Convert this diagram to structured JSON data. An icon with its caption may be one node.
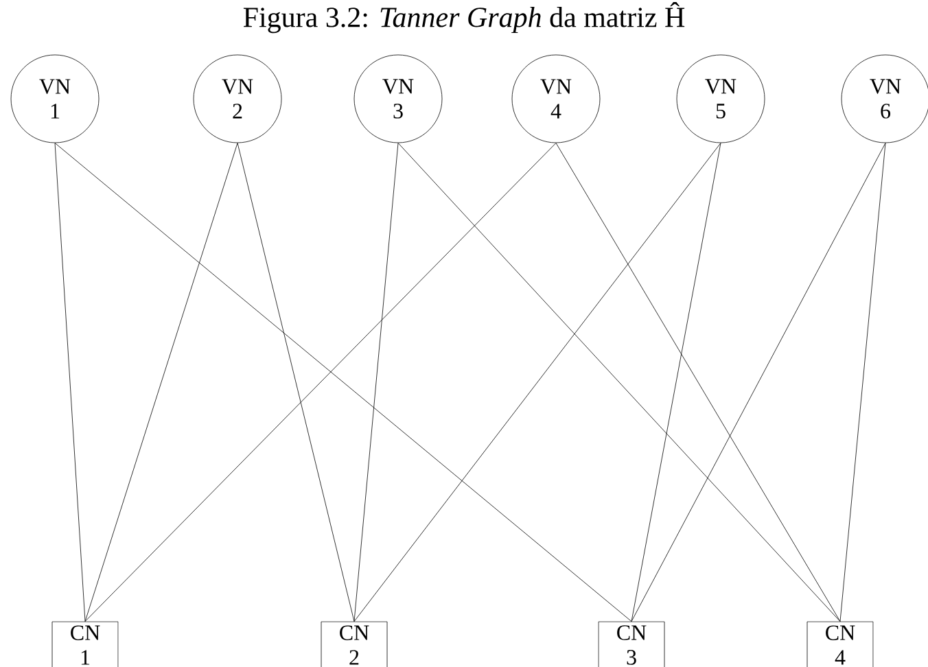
{
  "diagram": {
    "title": "Figura 3.2: *Tanner Graph* da matriz Ĥ",
    "nodes": [
      {
        "text": [
          "VN 1"
        ]
      },
      {
        "text": [
          "VN 2"
        ]
      },
      {
        "text": [
          "VN 3"
        ]
      },
      {
        "text": [
          "VN 4"
        ]
      },
      {
        "text": [
          "VN 5"
        ]
      },
      {
        "text": [
          "VN 6"
        ]
      },
      {
        "text": [
          "CN 1"
        ]
      },
      {
        "text": [
          "CN 2"
        ]
      },
      {
        "text": [
          "CN 3"
        ]
      },
      {
        "text": [
          "CN 4"
        ]
      }
    ],
    "edges": [
      {
        "from": 0,
        "to": 6,
        "arrow": "none"
      },
      {
        "from": 0,
        "to": 8,
        "arrow": "none"
      },
      {
        "from": 1,
        "to": 6,
        "arrow": "none"
      },
      {
        "from": 1,
        "to": 7,
        "arrow": "none"
      },
      {
        "from": 2,
        "to": 7,
        "arrow": "none"
      },
      {
        "from": 2,
        "to": 9,
        "arrow": "none"
      },
      {
        "from": 3,
        "to": 6,
        "arrow": "none"
      },
      {
        "from": 3,
        "to": 9,
        "arrow": "none"
      },
      {
        "from": 4,
        "to": 7,
        "arrow": "none"
      },
      {
        "from": 4,
        "to": 8,
        "arrow": "none"
      },
      {
        "from": 5,
        "to": 8,
        "arrow": "none"
      },
      {
        "from": 5,
        "to": 9,
        "arrow": "none"
      }
    ]
  }
}
